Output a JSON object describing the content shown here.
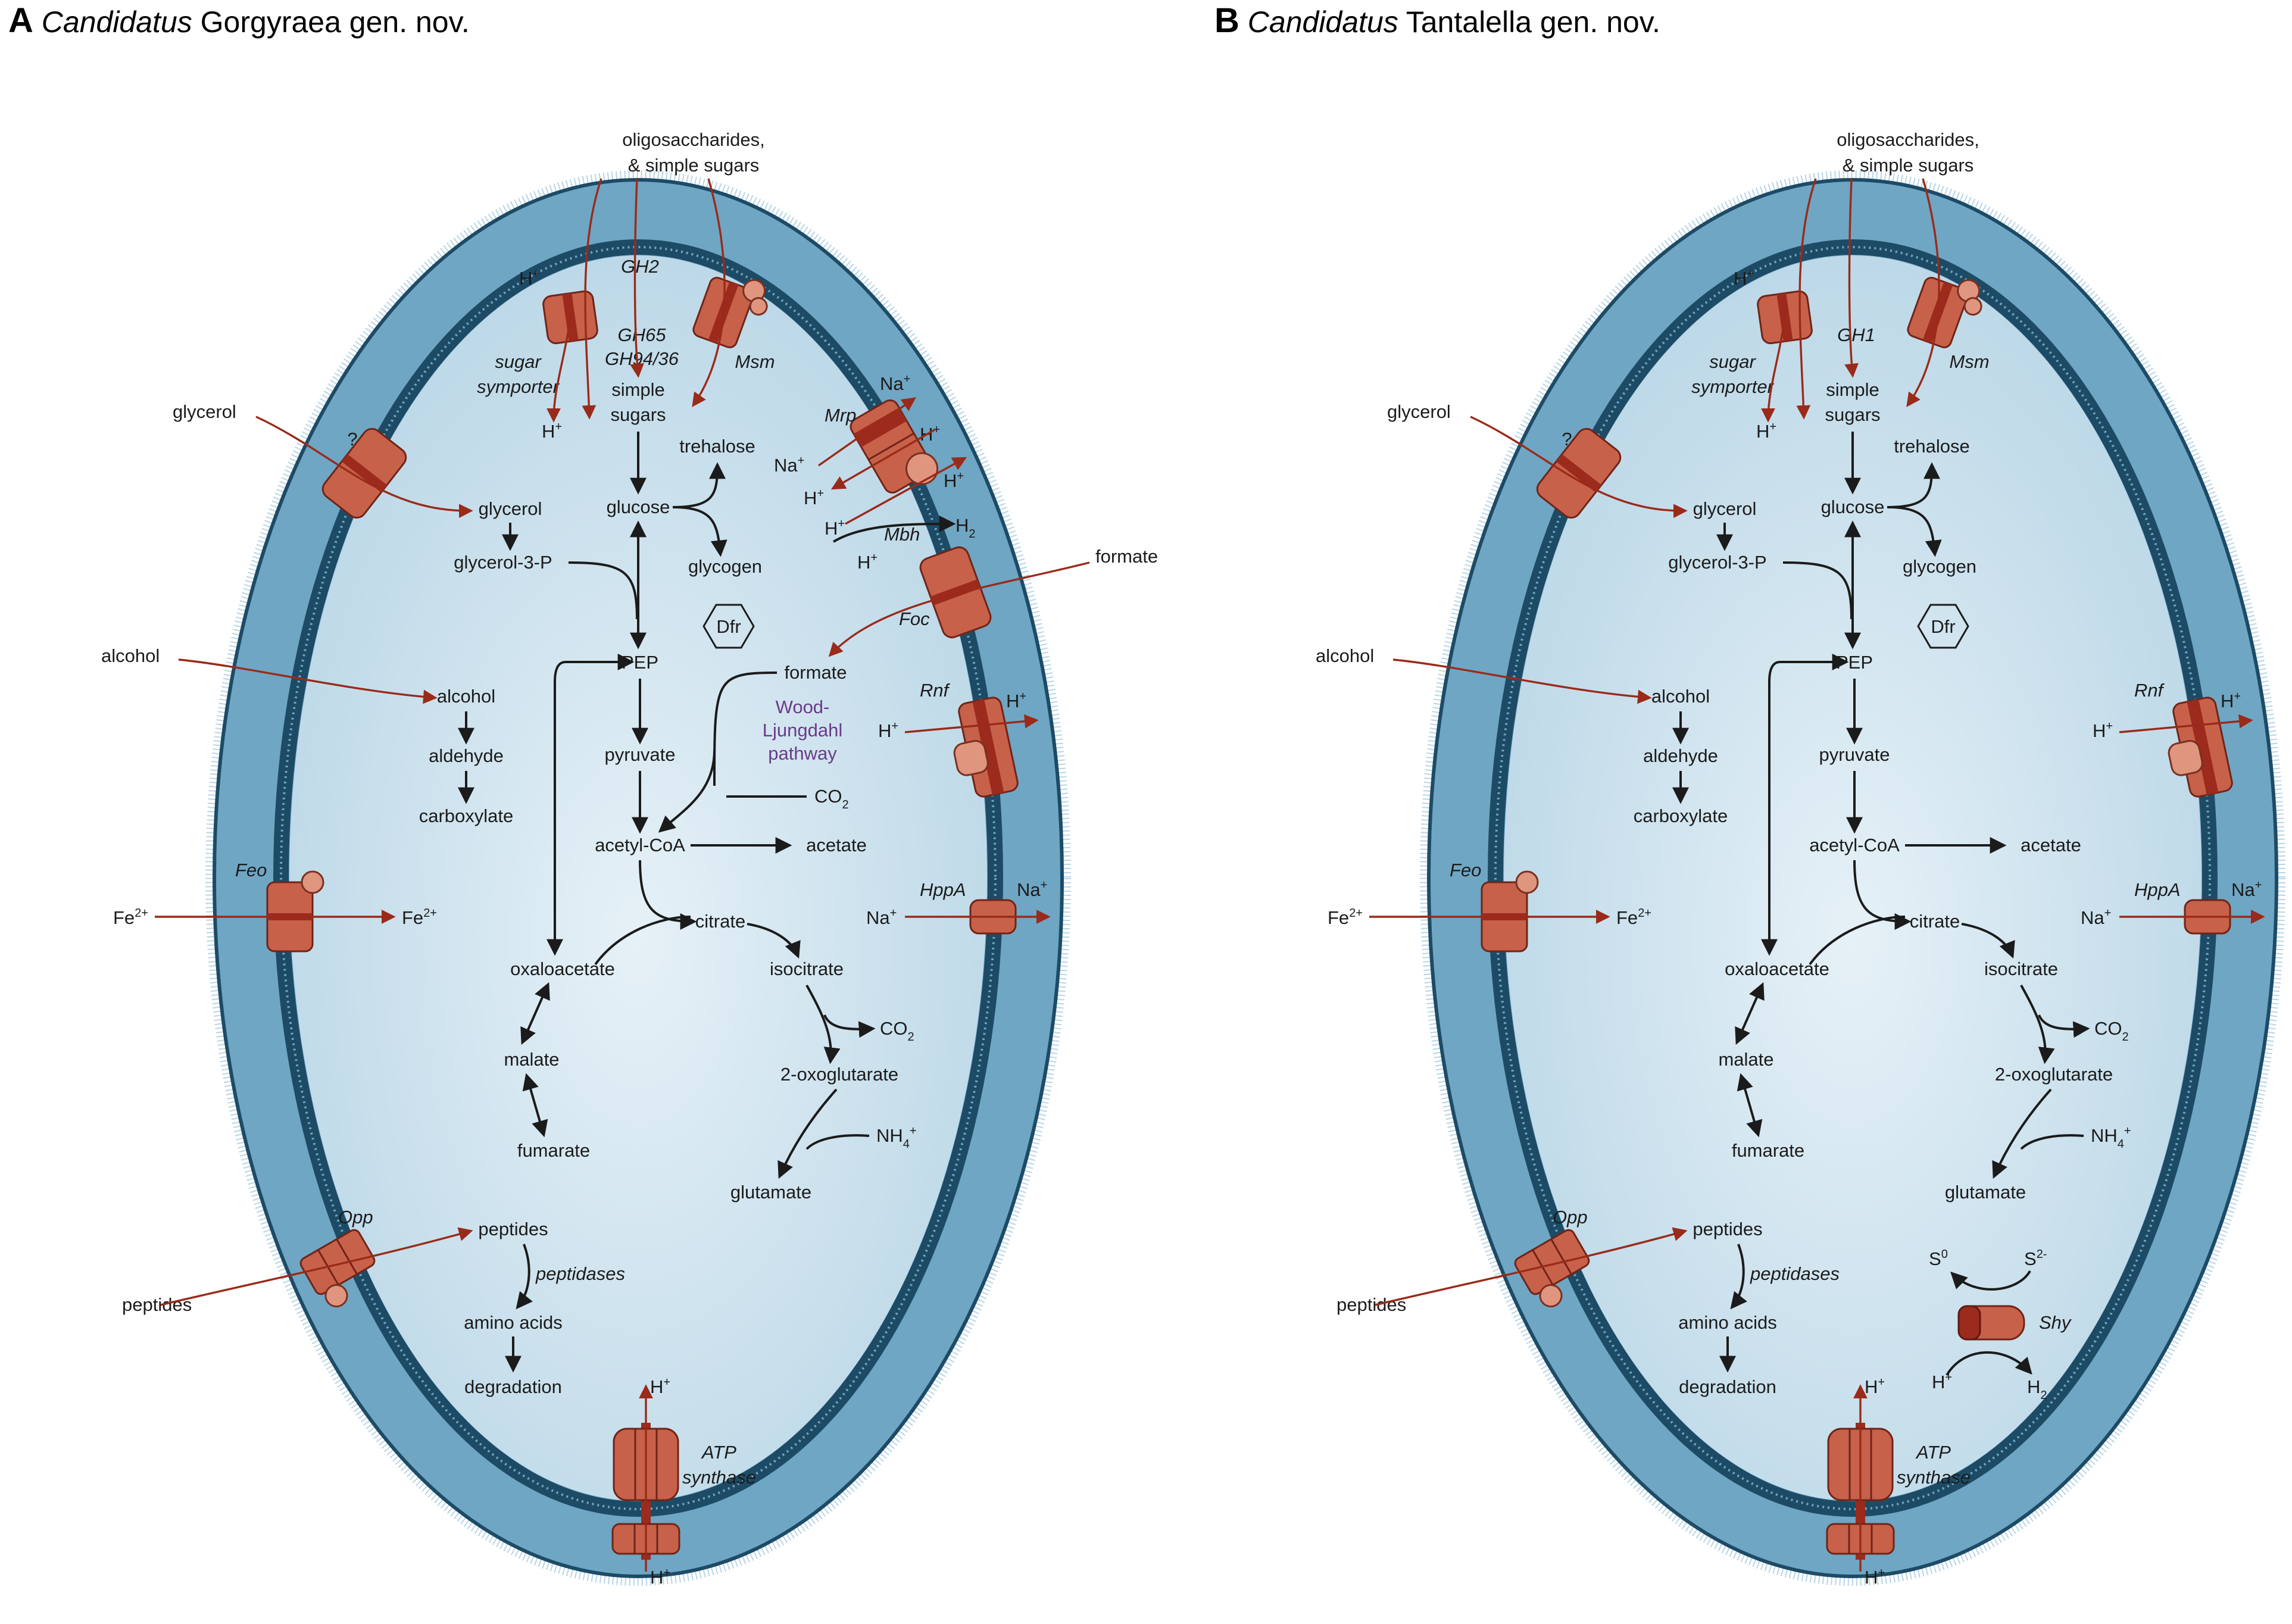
{
  "panel_a": {
    "letter": "A",
    "title_italic": "Candidatus",
    "title_rest": " Gorgyraea gen. nov.",
    "ext_oligo_1": "oligosaccharides,",
    "ext_oligo_2": "& simple sugars",
    "ext_glycerol": "glycerol",
    "ext_alcohol": "alcohol",
    "ext_fe": "Fe",
    "ext_formate": "formate",
    "ext_peptides": "peptides",
    "gh_outer": "GH2",
    "gh_inner_1": "GH65",
    "gh_inner_2": "GH94/36",
    "msm": "Msm",
    "sugar_symporter_1": "sugar",
    "sugar_symporter_2": "symporter",
    "unknown_transporter": "?",
    "mrp": "Mrp",
    "mbh": "Mbh",
    "foc": "Foc",
    "rnf": "Rnf",
    "feo": "Feo",
    "hppa": "HppA",
    "opp": "Opp",
    "atp_synthase_1": "ATP",
    "atp_synthase_2": "synthase",
    "h": "H",
    "na": "Na",
    "h2": "H",
    "simple_sugars_1": "simple",
    "simple_sugars_2": "sugars",
    "trehalose": "trehalose",
    "glucose": "glucose",
    "glycogen": "glycogen",
    "glycerol": "glycerol",
    "glycerol_3p": "glycerol-3-P",
    "dfr": "Dfr",
    "pep": "PEP",
    "formate": "formate",
    "wl_1": "Wood-",
    "wl_2": "Ljungdahl",
    "wl_3": "pathway",
    "alcohol": "alcohol",
    "aldehyde": "aldehyde",
    "carboxylate": "carboxylate",
    "pyruvate": "pyruvate",
    "co2": "CO",
    "acetyl_coa": "acetyl-CoA",
    "acetate": "acetate",
    "fe": "Fe",
    "citrate": "citrate",
    "oxaloacetate": "oxaloacetate",
    "isocitrate": "isocitrate",
    "malate": "malate",
    "oxoglutarate": "2-oxoglutarate",
    "nh4": "NH",
    "fumarate": "fumarate",
    "glutamate": "glutamate",
    "peptides": "peptides",
    "peptidases": "peptidases",
    "amino_acids": "amino acids",
    "degradation": "degradation"
  },
  "panel_b": {
    "letter": "B",
    "title_italic": "Candidatus",
    "title_rest": " Tantalella gen. nov.",
    "ext_oligo_1": "oligosaccharides,",
    "ext_oligo_2": "& simple sugars",
    "ext_glycerol": "glycerol",
    "ext_alcohol": "alcohol",
    "ext_fe": "Fe",
    "ext_peptides": "peptides",
    "gh_inner_1": "GH1",
    "msm": "Msm",
    "sugar_symporter_1": "sugar",
    "sugar_symporter_2": "symporter",
    "unknown_transporter": "?",
    "rnf": "Rnf",
    "feo": "Feo",
    "hppa": "HppA",
    "opp": "Opp",
    "shy": "Shy",
    "atp_synthase_1": "ATP",
    "atp_synthase_2": "synthase",
    "h": "H",
    "na": "Na",
    "h2": "H",
    "s0": "S",
    "s2": "S",
    "simple_sugars_1": "simple",
    "simple_sugars_2": "sugars",
    "trehalose": "trehalose",
    "glucose": "glucose",
    "glycogen": "glycogen",
    "glycerol": "glycerol",
    "glycerol_3p": "glycerol-3-P",
    "dfr": "Dfr",
    "pep": "PEP",
    "alcohol": "alcohol",
    "aldehyde": "aldehyde",
    "carboxylate": "carboxylate",
    "pyruvate": "pyruvate",
    "acetyl_coa": "acetyl-CoA",
    "acetate": "acetate",
    "fe": "Fe",
    "citrate": "citrate",
    "oxaloacetate": "oxaloacetate",
    "isocitrate": "isocitrate",
    "malate": "malate",
    "co2": "CO",
    "oxoglutarate": "2-oxoglutarate",
    "nh4": "NH",
    "fumarate": "fumarate",
    "glutamate": "glutamate",
    "peptides": "peptides",
    "peptidases": "peptidases",
    "amino_acids": "amino acids",
    "degradation": "degradation"
  },
  "sup": {
    "plus": "+",
    "two_plus": "2+",
    "two_minus": "2-",
    "zero": "0",
    "two": "2",
    "four": "4"
  },
  "colors": {
    "periplasm": "#6fa6c3",
    "membrane": "#1d4b66",
    "cytoplasm": "#c9e0ec",
    "protein": "#c8614a",
    "red_arrow": "#9a2a1a",
    "wood_ljungdahl": "#6b3a8a"
  }
}
